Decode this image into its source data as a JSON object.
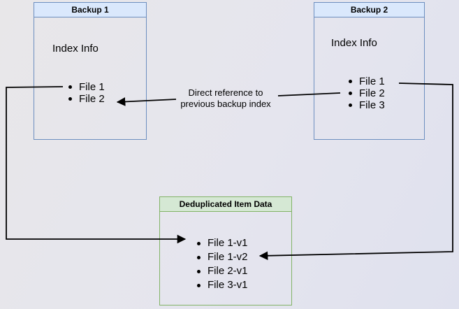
{
  "colors": {
    "background_start": "#e8e7e9",
    "background_end": "#dfe1ee",
    "blue_node_border": "#6c8ebf",
    "blue_node_header_fill": "#dae8fc",
    "green_node_border": "#82b366",
    "green_node_header_fill": "#d5e8d4",
    "arrow_color": "#000000",
    "text_color": "#000000"
  },
  "nodes": {
    "backup1": {
      "title": "Backup 1",
      "subtitle": "Index Info",
      "items": [
        "File 1",
        "File 2"
      ]
    },
    "backup2": {
      "title": "Backup 2",
      "subtitle": "Index Info",
      "items": [
        "File 1",
        "File 2",
        "File 3"
      ]
    },
    "dedup": {
      "title": "Deduplicated Item Data",
      "items": [
        "File 1-v1",
        "File 1-v2",
        "File 2-v1",
        "File 3-v1"
      ]
    }
  },
  "edge_labels": {
    "direct_reference_line1": "Direct reference to",
    "direct_reference_line2": "previous backup index"
  }
}
